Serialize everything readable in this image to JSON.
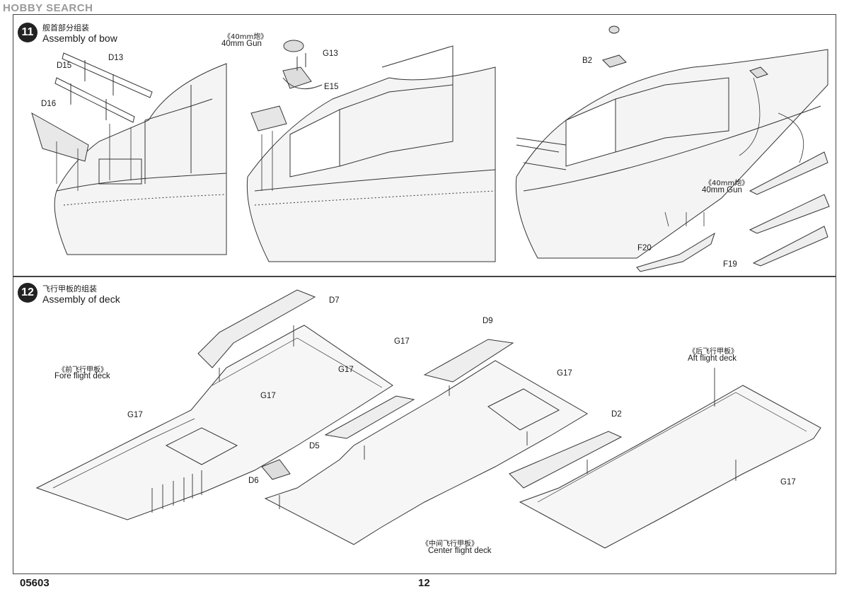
{
  "watermark": "HOBBY SEARCH",
  "step11": {
    "number": "11",
    "title_cn": "舰首部分组装",
    "title_en": "Assembly of bow",
    "gun_cn": "《40mm炮》",
    "gun_en": "40mm Gun",
    "parts": [
      "D13",
      "D15",
      "D16",
      "G13",
      "E15",
      "B2",
      "F20",
      "F19"
    ]
  },
  "step12": {
    "number": "12",
    "title_cn": "飞行甲板的组装",
    "title_en": "Assembly of deck",
    "fore_cn": "《前飞行甲板》",
    "fore_en": "Fore flight deck",
    "center_cn": "《中间飞行甲板》",
    "center_en": "Center flight deck",
    "aft_cn": "《后飞行甲板》",
    "aft_en": "Aft flight deck",
    "parts": [
      "D7",
      "D9",
      "D5",
      "D6",
      "D2",
      "G17"
    ]
  },
  "footer": {
    "code": "05603",
    "page": "12"
  }
}
